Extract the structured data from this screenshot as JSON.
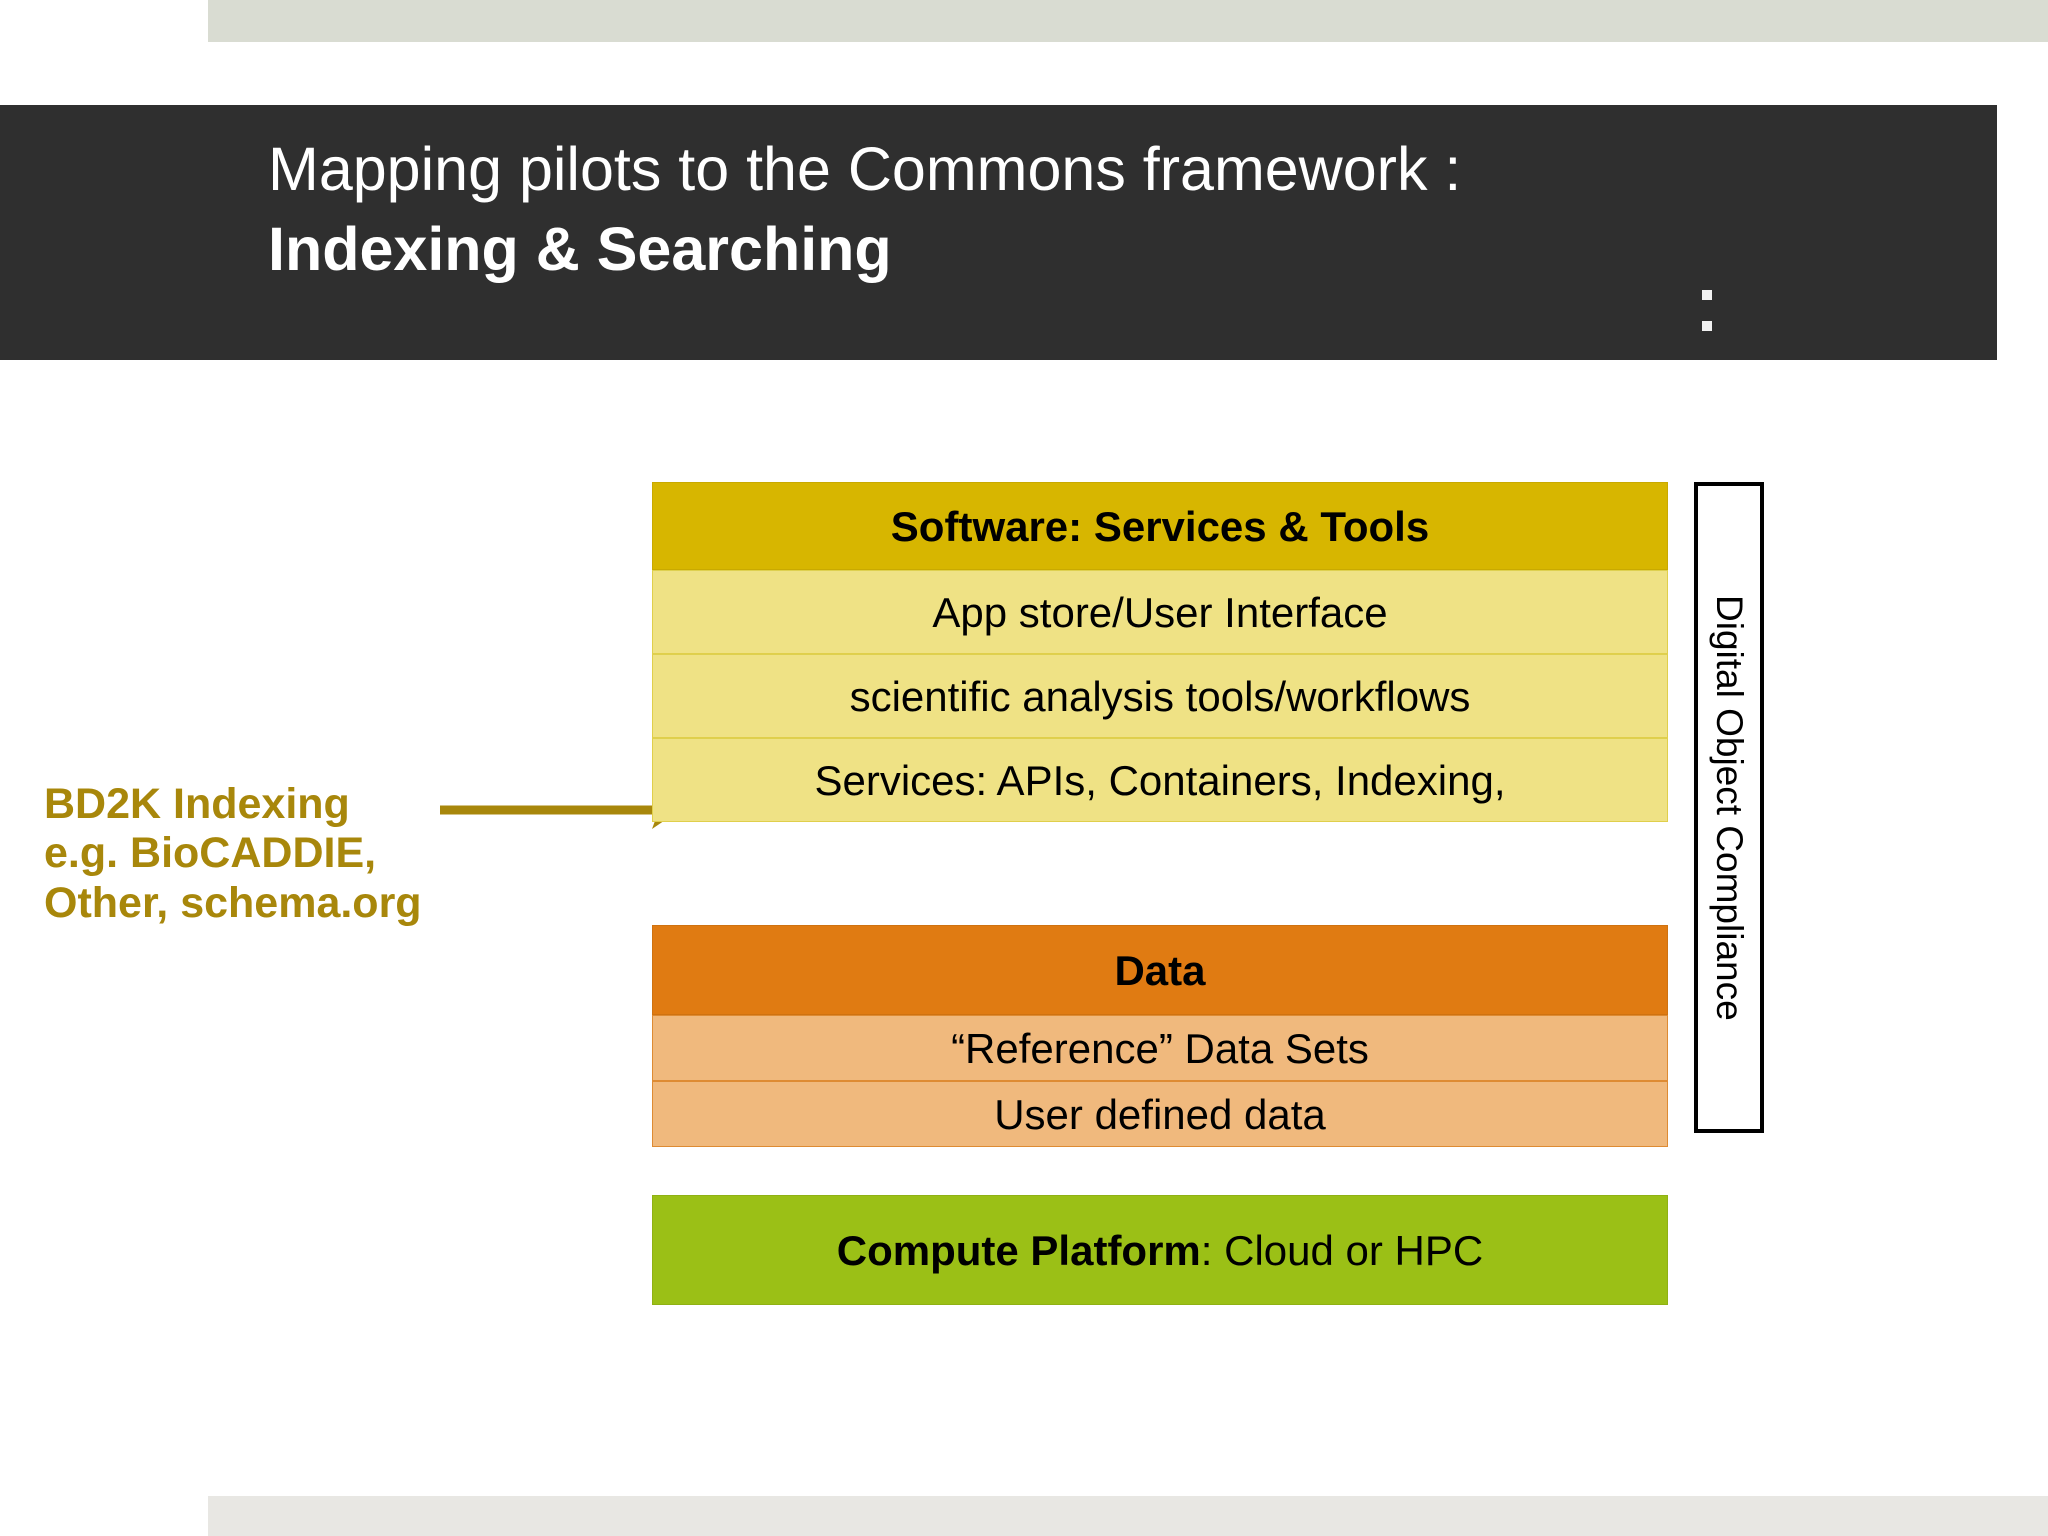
{
  "slide": {
    "title_line1": "Mapping pilots to the Commons framework :",
    "title_line2": "Indexing & Searching",
    "banner_color": "#2f2f2f",
    "top_bar_color": "#d9dcd2",
    "bottom_bar_color": "#e8e7e3"
  },
  "annotation": {
    "line1": "BD2K Indexing",
    "line2": "e.g. BioCADDIE,",
    "line3": "Other, schema.org",
    "color": "#a8870b"
  },
  "software_stack": {
    "header": "Software: Services & Tools",
    "header_color": "#d7b600",
    "row_color": "#efe285",
    "rows": [
      "App store/User Interface",
      "scientific analysis tools/workflows",
      "Services:  APIs, Containers, Indexing,"
    ]
  },
  "data_stack": {
    "header": "Data",
    "header_color": "#e07b12",
    "row_color": "#f0b97d",
    "rows": [
      "“Reference” Data Sets",
      "User defined data"
    ]
  },
  "compute": {
    "label_bold": "Compute Platform",
    "label_rest": ": Cloud or HPC",
    "color": "#9bc016"
  },
  "compliance": {
    "label": "Digital Object Compliance"
  }
}
